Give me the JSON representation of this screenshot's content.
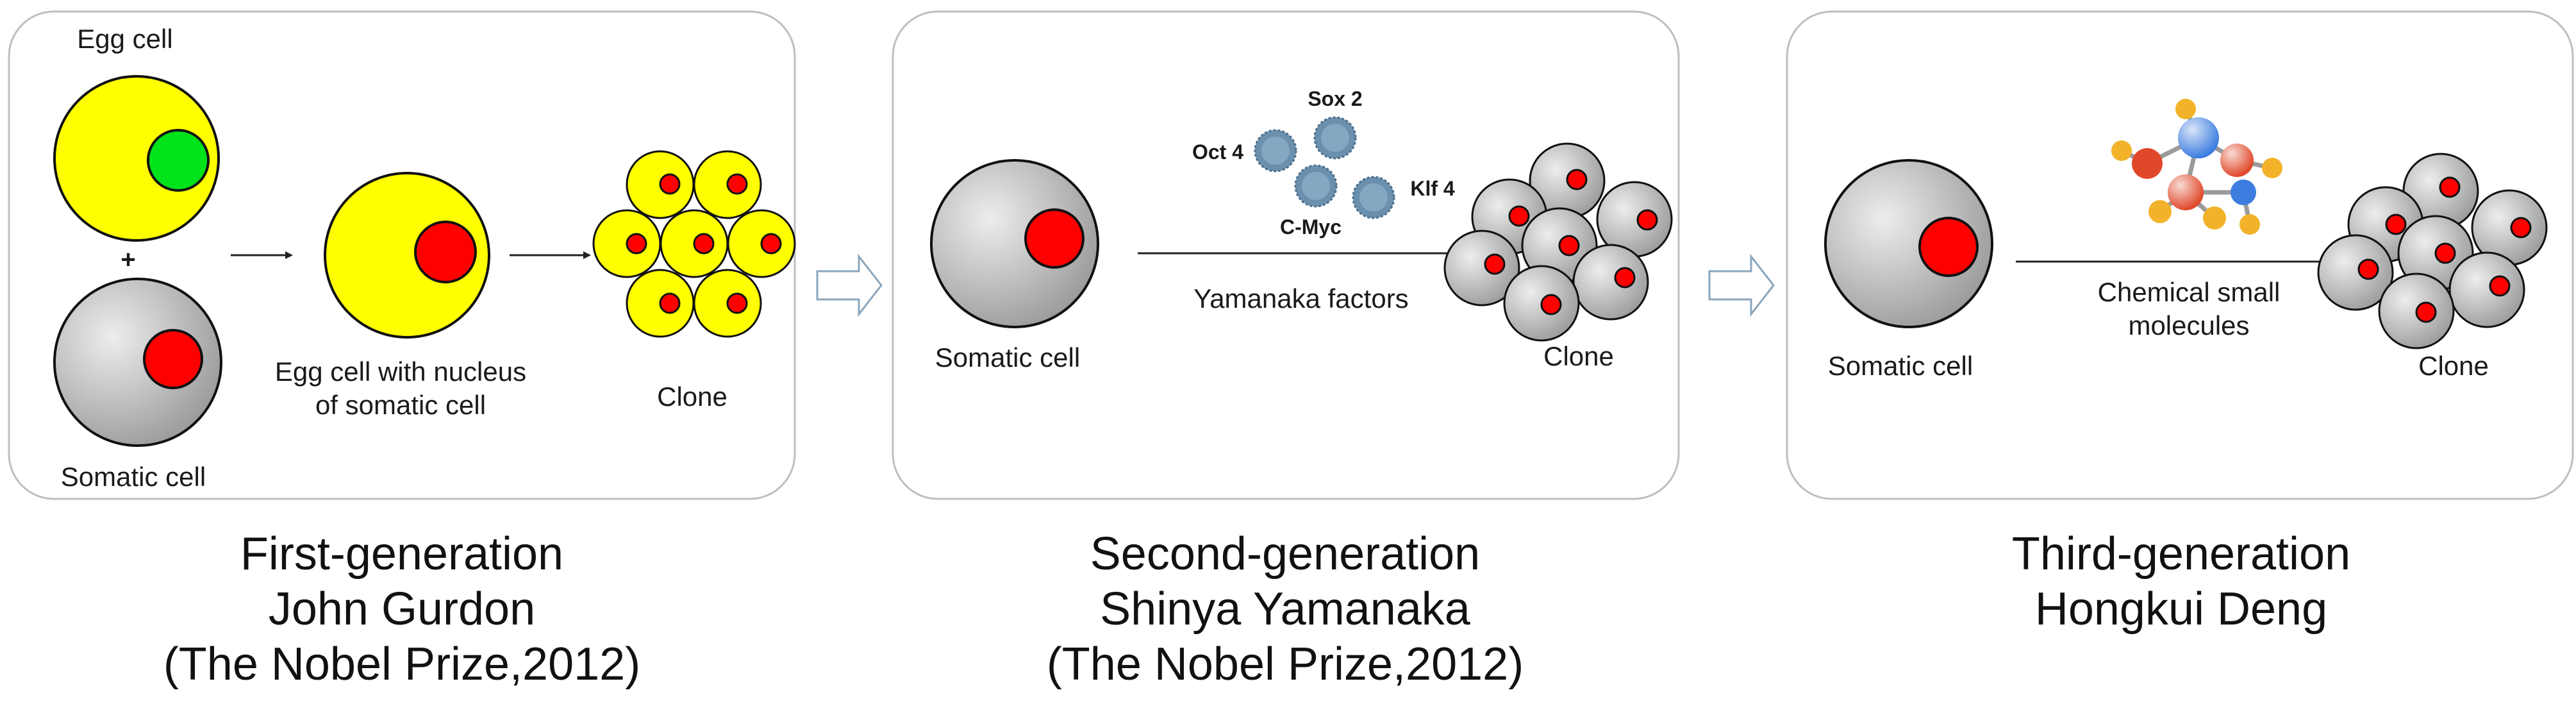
{
  "colors": {
    "yellow": "#ffff00",
    "green": "#00e21a",
    "red": "#ff0000",
    "grey": "#c6c6c6",
    "virus": "#6a90ae",
    "panel_border": "#bfbfbf",
    "arrow": "#222222",
    "hollow_arrow": "#8aa6bd"
  },
  "panels": [
    {
      "labels": {
        "egg_cell": "Egg cell",
        "plus": "+",
        "somatic_cell": "Somatic cell",
        "egg_with_nucleus_line1": "Egg cell with nucleus",
        "egg_with_nucleus_line2": "of somatic cell",
        "clone": "Clone"
      },
      "caption": [
        "First-generation",
        "John Gurdon",
        "(The Nobel Prize,2012)"
      ]
    },
    {
      "labels": {
        "somatic_cell": "Somatic cell",
        "factors": [
          "Oct 4",
          "Sox 2",
          "Klf 4",
          "C-Myc"
        ],
        "arrow_label": "Yamanaka factors",
        "clone": "Clone"
      },
      "caption": [
        "Second-generation",
        "Shinya Yamanaka",
        "(The Nobel Prize,2012)"
      ]
    },
    {
      "labels": {
        "somatic_cell": "Somatic cell",
        "arrow_label_line1": "Chemical small",
        "arrow_label_line2": "molecules",
        "clone": "Clone"
      },
      "caption": [
        "Third-generation",
        "Hongkui Deng"
      ]
    }
  ]
}
